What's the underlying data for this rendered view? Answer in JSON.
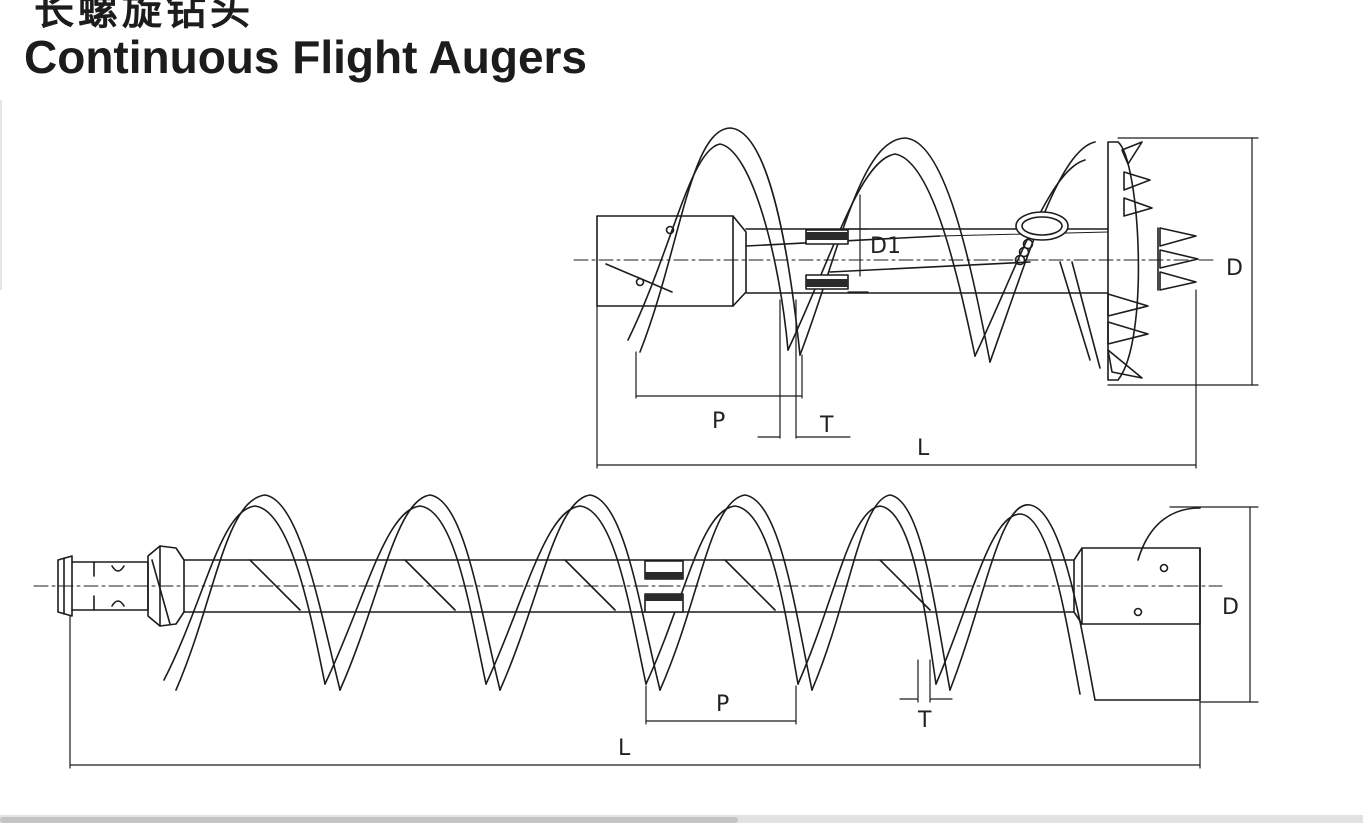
{
  "header": {
    "title_cn": "长螺旋钻头",
    "title_en": "Continuous Flight Augers"
  },
  "top_drawing": {
    "labels": {
      "d1": "D1",
      "d": "D",
      "p": "P",
      "t": "T",
      "l": "L"
    }
  },
  "bottom_drawing": {
    "labels": {
      "d": "D",
      "p": "P",
      "t": "T",
      "l": "L"
    }
  },
  "colors": {
    "ink": "#1c1c1c",
    "background": "#ffffff"
  }
}
